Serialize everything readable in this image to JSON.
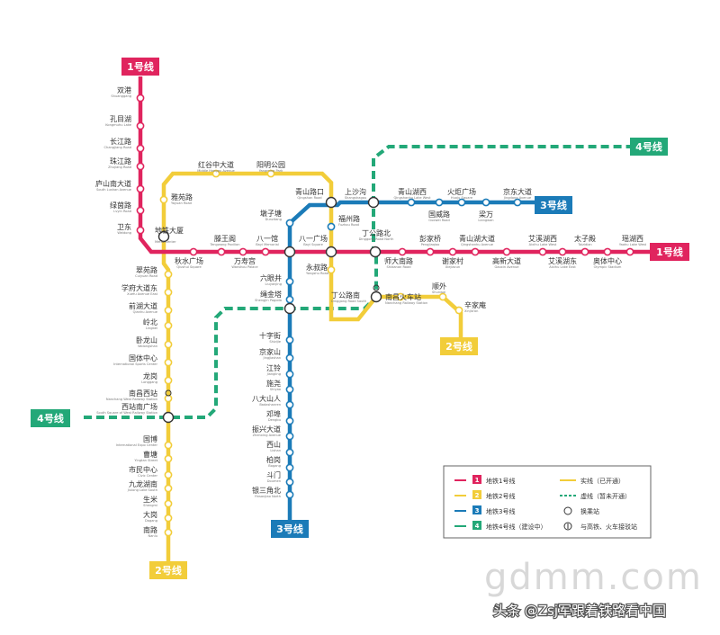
{
  "colors": {
    "line1": "#e0245e",
    "line2": "#f2cd3a",
    "line3": "#1b7bb8",
    "line4": "#23a878",
    "transfer_fill": "#ffffff"
  },
  "line_tags": {
    "l1_top": "1号线",
    "l1_right": "1号线",
    "l2_bottom": "2号线",
    "l2_right": "2号线",
    "l3_right": "3号线",
    "l3_bottom": "3号线",
    "l4_left": "4号线",
    "l4_top": "4号线"
  },
  "stations": [
    {
      "zh": "双港",
      "en": "Shuanggang"
    },
    {
      "zh": "孔目湖",
      "en": "Kongmuhu Lake"
    },
    {
      "zh": "长江路",
      "en": "Changjiang Road"
    },
    {
      "zh": "珠江路",
      "en": "Zhujiang Road"
    },
    {
      "zh": "庐山南大道",
      "en": "South Lushan Avenue"
    },
    {
      "zh": "绿茵路",
      "en": "Lvyin Road"
    },
    {
      "zh": "卫东",
      "en": "Weidong"
    },
    {
      "zh": "地铁大厦",
      "en": "Metro Center"
    },
    {
      "zh": "秋水广场",
      "en": "Qiushui Square"
    },
    {
      "zh": "滕王阁",
      "en": "Tengwang Pavilion"
    },
    {
      "zh": "万寿宫",
      "en": "Wanshou Palace"
    },
    {
      "zh": "八一馆",
      "en": "Bayi Memorial"
    },
    {
      "zh": "八一广场",
      "en": "Bayi Square"
    },
    {
      "zh": "丁公路北",
      "en": "Dinggong Road North"
    },
    {
      "zh": "师大南路",
      "en": "Shidanan Road"
    },
    {
      "zh": "彭家桥",
      "en": "Pengjiaqiao"
    },
    {
      "zh": "谢家村",
      "en": "Xiejiacun"
    },
    {
      "zh": "青山湖大道",
      "en": "Qingshanhu Avenue"
    },
    {
      "zh": "高新大道",
      "en": "Gaoxin Avenue"
    },
    {
      "zh": "艾溪湖西",
      "en": "Aixihu Lake West"
    },
    {
      "zh": "艾溪湖东",
      "en": "Aixihu Lake East"
    },
    {
      "zh": "太子殿",
      "en": "Taizidian"
    },
    {
      "zh": "奥体中心",
      "en": "Olympic Stadium"
    },
    {
      "zh": "瑶湖西",
      "en": "Yaohu Lake West"
    },
    {
      "zh": "红谷中大道",
      "en": "Middle Honggu Avenue"
    },
    {
      "zh": "阳明公园",
      "en": "Yangming Park"
    },
    {
      "zh": "雅苑路",
      "en": "Yayuan Road"
    },
    {
      "zh": "翠苑路",
      "en": "Cuiyuan Road"
    },
    {
      "zh": "学府大道东",
      "en": "Xuefu Avenue East"
    },
    {
      "zh": "前湖大道",
      "en": "Qianhu Avenue"
    },
    {
      "zh": "岭北",
      "en": "Lingbei"
    },
    {
      "zh": "卧龙山",
      "en": "Wolongshan"
    },
    {
      "zh": "国体中心",
      "en": "International Sports Center"
    },
    {
      "zh": "龙岗",
      "en": "Longgang"
    },
    {
      "zh": "南昌西站",
      "en": "Nanchang West Railway Station"
    },
    {
      "zh": "西站南广场",
      "en": "South Square of West Railway Station"
    },
    {
      "zh": "国博",
      "en": "International Expo Center"
    },
    {
      "zh": "曹塘",
      "en": "Yingtan Street"
    },
    {
      "zh": "市民中心",
      "en": "Civic Center"
    },
    {
      "zh": "九龙湖南",
      "en": "Jiulong Lake South"
    },
    {
      "zh": "生米",
      "en": "Shengmi"
    },
    {
      "zh": "大岗",
      "en": "Dagang"
    },
    {
      "zh": "南路",
      "en": "Nanlu"
    },
    {
      "zh": "青山路口",
      "en": "Qingshan Road"
    },
    {
      "zh": "上沙沟",
      "en": "Shangshagou"
    },
    {
      "zh": "青山湖西",
      "en": "Qingshanhu Lake West"
    },
    {
      "zh": "火炬广场",
      "en": "Huoju Square"
    },
    {
      "zh": "京东大道",
      "en": "Jingdong Avenue"
    },
    {
      "zh": "国威路",
      "en": "Guowei Road"
    },
    {
      "zh": "梁万",
      "en": "Liangwan"
    },
    {
      "zh": "墩子塘",
      "en": "Dunzitang"
    },
    {
      "zh": "福州路",
      "en": "Fuzhou Road"
    },
    {
      "zh": "六眼井",
      "en": "Liuyanjing"
    },
    {
      "zh": "绳金塔",
      "en": "Shengjin Pagoda"
    },
    {
      "zh": "永叔路",
      "en": "Yongshu Road"
    },
    {
      "zh": "丁公路南",
      "en": "Dinggong Road South"
    },
    {
      "zh": "南昌火车站",
      "en": "Nanchang Railway Station"
    },
    {
      "zh": "顺外",
      "en": "Shunwai"
    },
    {
      "zh": "辛家庵",
      "en": "Xinjia'an"
    },
    {
      "zh": "十字街",
      "en": "Shizijie"
    },
    {
      "zh": "京家山",
      "en": "Jingjiashan"
    },
    {
      "zh": "江铃",
      "en": "Jiangling"
    },
    {
      "zh": "施尧",
      "en": "Shiyao"
    },
    {
      "zh": "八大山人",
      "en": "Badashanren"
    },
    {
      "zh": "邓埠",
      "en": "Dengbu"
    },
    {
      "zh": "振兴大道",
      "en": "Zhenxing Avenue"
    },
    {
      "zh": "西山",
      "en": "Lishan"
    },
    {
      "zh": "柏岗",
      "en": "Bogang"
    },
    {
      "zh": "斗门",
      "en": "Doumen"
    },
    {
      "zh": "银三角北",
      "en": "Yinsanjiao North"
    }
  ],
  "legend": {
    "items": [
      {
        "num": "1",
        "label": "地铁1号线",
        "color": "#e0245e"
      },
      {
        "num": "2",
        "label": "地铁2号线",
        "color": "#f2cd3a"
      },
      {
        "num": "3",
        "label": "地铁3号线",
        "color": "#1b7bb8"
      },
      {
        "num": "4",
        "label": "地铁4号线（建设中）",
        "color": "#23a878"
      }
    ],
    "solid_label": "实线（已开通）",
    "dashed_label": "虚线（暂未开通）",
    "transfer_label": "换乘站",
    "rail_label": "与高铁、火车接驳站"
  },
  "watermark": "gdmm.com",
  "credit": "头条 @Zsj军跟着铁路看中国"
}
